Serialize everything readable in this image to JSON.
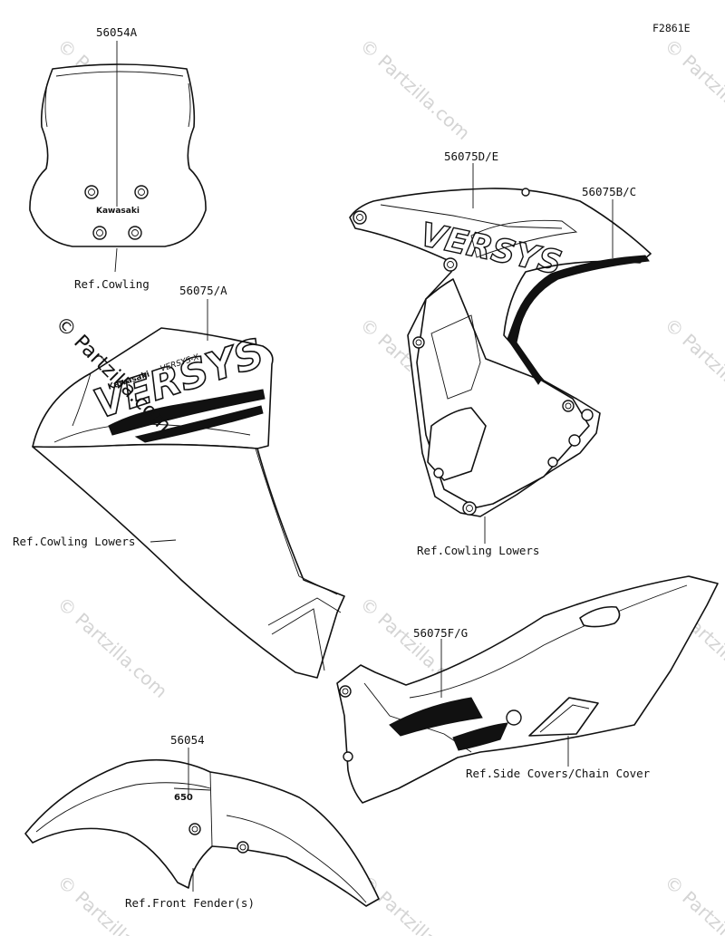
{
  "figure_code": "F2861E",
  "copyright": "© Partzilla.com",
  "watermark": "© Partzilla.com",
  "callouts": {
    "windshield_decal": "56054A",
    "windshield_ref": "Ref.Cowling",
    "left_cowl_decal": "56075/A",
    "left_cowl_ref": "Ref.Cowling Lowers",
    "right_cowl_decal_upper": "56075D/E",
    "right_cowl_decal_stripe": "56075B/C",
    "right_cowl_ref": "Ref.Cowling Lowers",
    "side_cover_decal": "56075F/G",
    "side_cover_ref": "Ref.Side Covers/Chain Cover",
    "fender_decal": "56054",
    "fender_ref": "Ref.Front Fender(s)"
  },
  "decal_text": {
    "windshield_brand": "Kawasaki",
    "cowl_brand": "Kawasaki",
    "cowl_model": "VERSYS",
    "cowl_badge": "VERSYS-X",
    "fender_badge": "650"
  }
}
